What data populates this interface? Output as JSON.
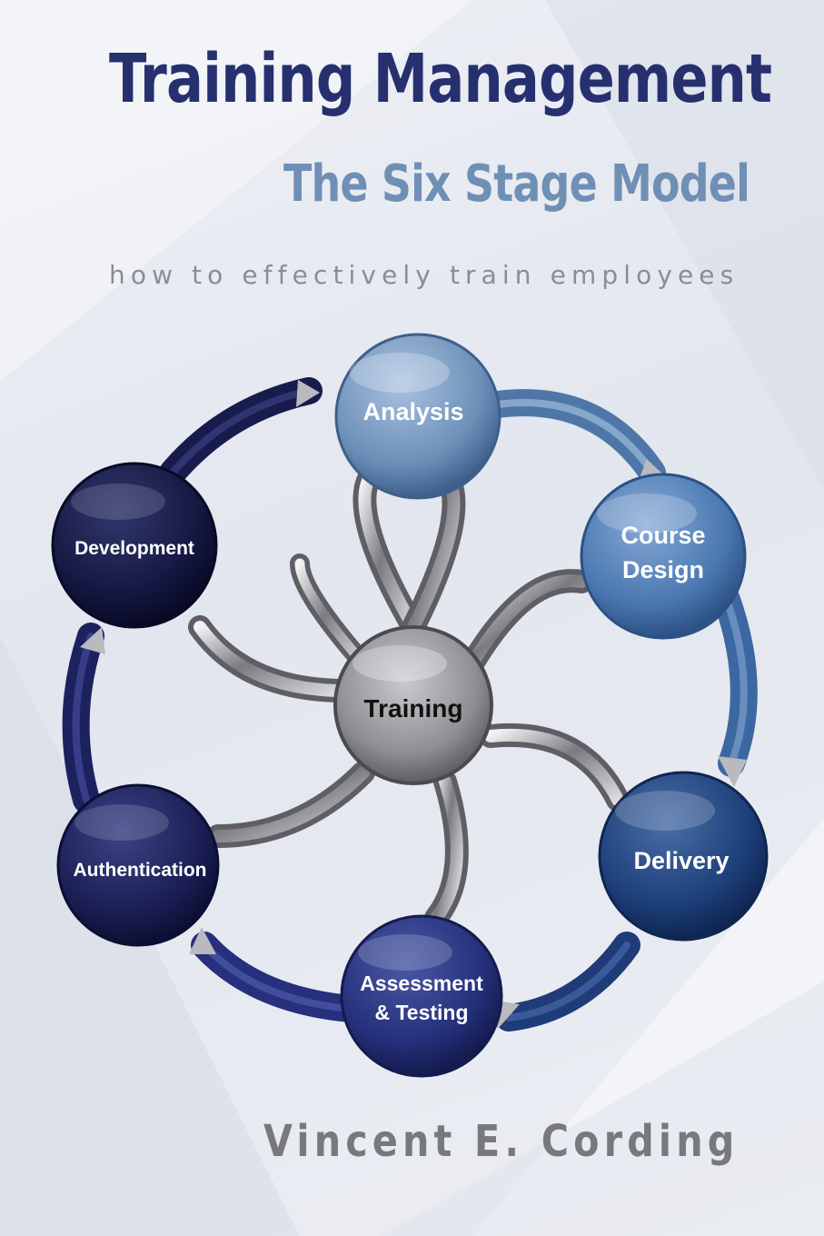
{
  "cover": {
    "title": "Training Management",
    "subtitle": "The Six Stage Model",
    "tagline": "how to effectively train employees",
    "author": "Vincent E. Cording"
  },
  "diagram": {
    "center": "Training",
    "stages": {
      "analysis": "Analysis",
      "course_design_line1": "Course",
      "course_design_line2": "Design",
      "delivery": "Delivery",
      "assessment_line1": "Assessment",
      "assessment_line2": "& Testing",
      "authentication": "Authentication",
      "development": "Development"
    }
  },
  "colors": {
    "title": "#27306f",
    "subtitle": "#6f8fb5",
    "tagline": "#8a8d93",
    "author": "#77797d",
    "analysis": "#6c8fb8",
    "course_design": "#4a78b0",
    "delivery": "#1d3f7a",
    "assessment": "#243079",
    "authentication": "#1b1f55",
    "development": "#141841",
    "center": "#8e8e93"
  }
}
